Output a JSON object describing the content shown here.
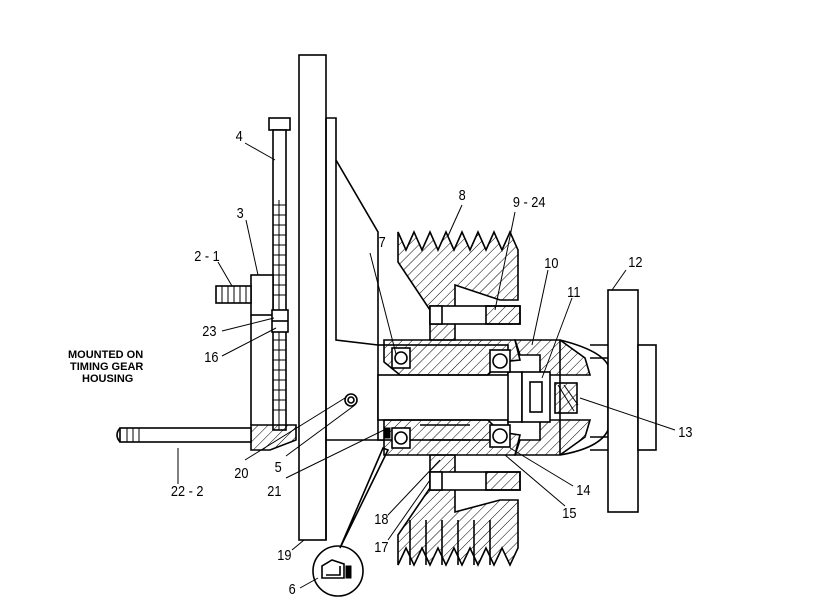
{
  "note": {
    "line1": "MOUNTED ON",
    "line2": "TIMING GEAR",
    "line3": "HOUSING"
  },
  "callouts": {
    "c2_1": "2 - 1",
    "c3": "3",
    "c4": "4",
    "c5": "5",
    "c6": "6",
    "c7": "7",
    "c8": "8",
    "c9_24": "9 - 24",
    "c10": "10",
    "c11": "11",
    "c12": "12",
    "c13": "13",
    "c14": "14",
    "c15": "15",
    "c16": "16",
    "c17": "17",
    "c18": "18",
    "c19": "19",
    "c20": "20",
    "c21": "21",
    "c22_2": "22 - 2",
    "c23": "23"
  }
}
